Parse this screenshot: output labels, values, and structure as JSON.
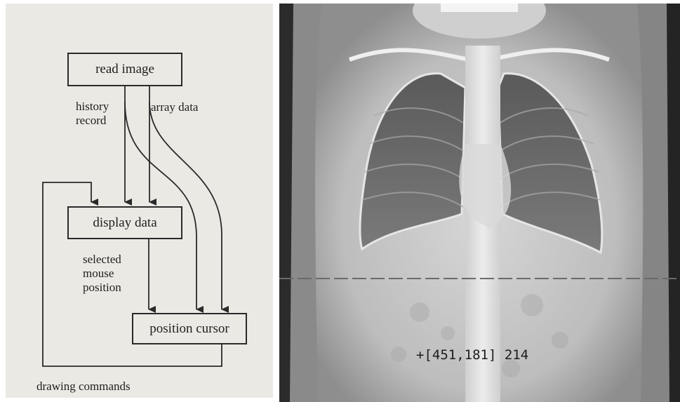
{
  "flow_diagram": {
    "nodes": {
      "read_image": "read image",
      "display_data": "display data",
      "position_cursor": "position cursor"
    },
    "edge_labels": {
      "history_record": "history\nrecord",
      "array_data": "array data",
      "selected_mouse_position": "selected\nmouse\nposition",
      "drawing_commands": "drawing commands"
    }
  },
  "xray_image": {
    "cursor_readout": "+[451,181] 214"
  }
}
